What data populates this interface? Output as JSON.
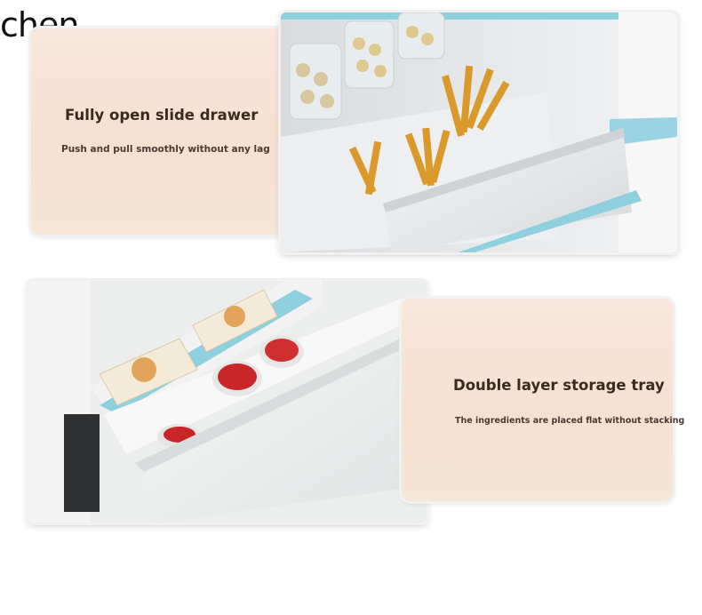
{
  "watermark": "chen",
  "features": [
    {
      "title": "Fully open slide drawer",
      "subtitle": "Push and pull smoothly without any lag"
    },
    {
      "title": "Double layer storage tray",
      "subtitle": "The ingredients are placed flat without stacking"
    }
  ],
  "colors": {
    "card_background": "#f6e0cf",
    "title_text": "#3a2a20",
    "accent_trim": "#8fd0de"
  }
}
